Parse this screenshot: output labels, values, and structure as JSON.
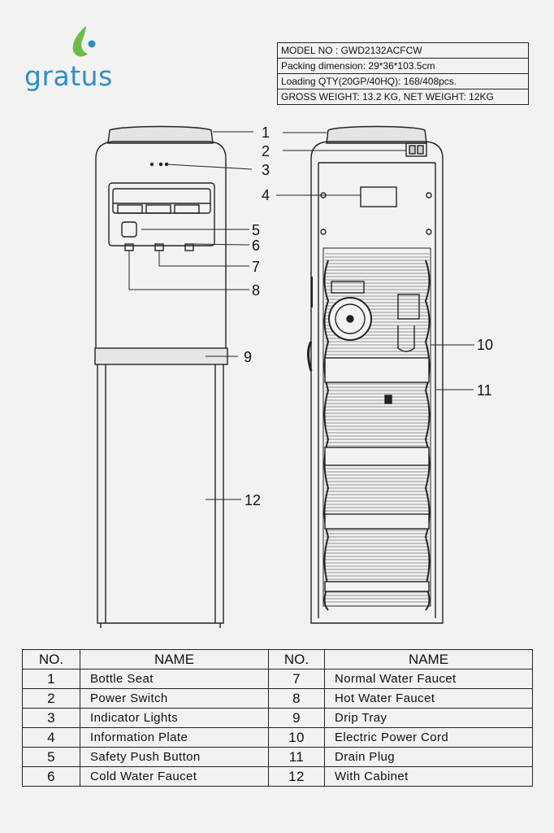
{
  "brand": {
    "name": "gratus",
    "colors": {
      "green": "#6cbd45",
      "blue": "#2d8fc4"
    }
  },
  "specs": [
    "MODEL NO : GWD2132ACFCW",
    "Packing  dimension: 29*36*103.5cm",
    "Loading QTY(20GP/40HQ): 168/408pcs.",
    "GROSS WEIGHT: 13.2 KG, NET WEIGHT: 12KG"
  ],
  "callouts": [
    "1",
    "2",
    "3",
    "4",
    "5",
    "6",
    "7",
    "8",
    "9",
    "10",
    "11",
    "12"
  ],
  "table": {
    "headers": [
      "NO.",
      "NAME",
      "NO.",
      "NAME"
    ],
    "rows": [
      {
        "n1": "1",
        "name1": "Bottle Seat",
        "n2": "7",
        "name2": "Normal Water Faucet"
      },
      {
        "n1": "2",
        "name1": "Power Switch",
        "n2": "8",
        "name2": "Hot Water Faucet"
      },
      {
        "n1": "3",
        "name1": "Indicator Lights",
        "n2": "9",
        "name2": "Drip Tray"
      },
      {
        "n1": "4",
        "name1": "Information Plate",
        "n2": "10",
        "name2": "Electric Power Cord"
      },
      {
        "n1": "5",
        "name1": "Safety Push Button",
        "n2": "11",
        "name2": "Drain Plug"
      },
      {
        "n1": "6",
        "name1": "Cold Water Faucet",
        "n2": "12",
        "name2": "With Cabinet"
      }
    ]
  }
}
